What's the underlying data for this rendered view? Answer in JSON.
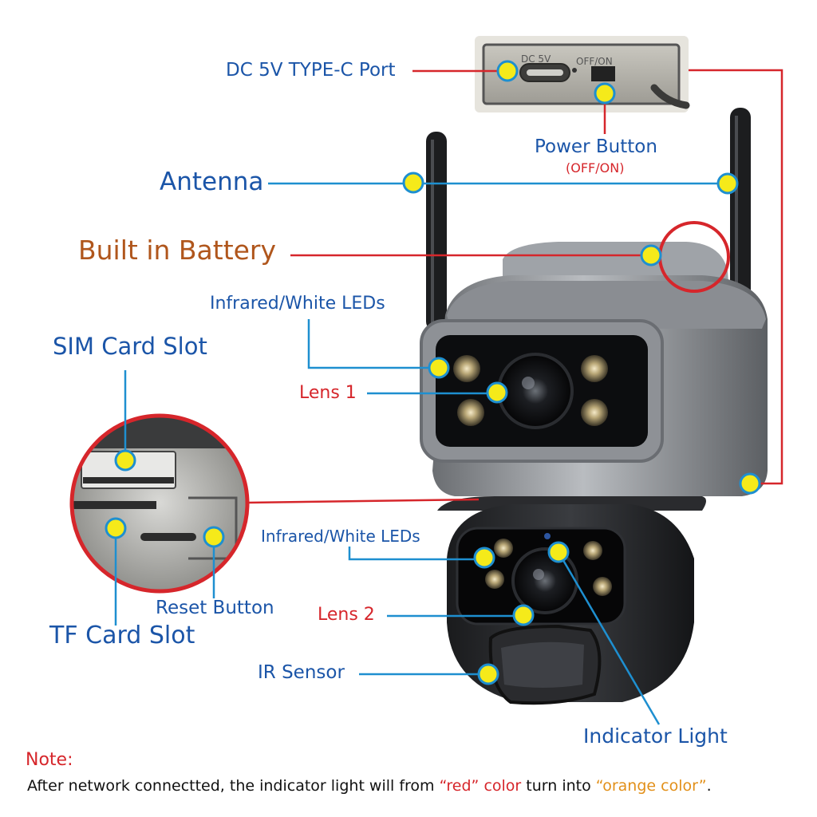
{
  "labels": {
    "dc_port": "DC 5V TYPE-C Port",
    "power_button": "Power Button",
    "power_button_sub": "(OFF/ON)",
    "antenna": "Antenna",
    "battery": "Built in Battery",
    "ir_leds_1": "Infrared/White LEDs",
    "sim_slot": "SIM Card Slot",
    "lens_1": "Lens 1",
    "ir_leds_2": "Infrared/White LEDs",
    "reset_button": "Reset Button",
    "lens_2": "Lens 2",
    "tf_slot": "TF Card Slot",
    "ir_sensor": "IR Sensor",
    "indicator_light": "Indicator Light"
  },
  "port_panel": {
    "dc_text": "DC 5V",
    "switch_text": "OFF/ON"
  },
  "note": {
    "title": "Note:",
    "text_before": "After network connectted, the indicator light will from ",
    "red_text": "“red” color",
    "text_middle": " turn into ",
    "orange_text": "“orange color”",
    "text_after": "."
  },
  "colors": {
    "label_blue": "#1b55a8",
    "label_red": "#d6262b",
    "label_brown": "#b0561c",
    "callout_dot": "#f5ea1a",
    "line_blue": "#1e8fd0",
    "line_red": "#d6262b"
  }
}
